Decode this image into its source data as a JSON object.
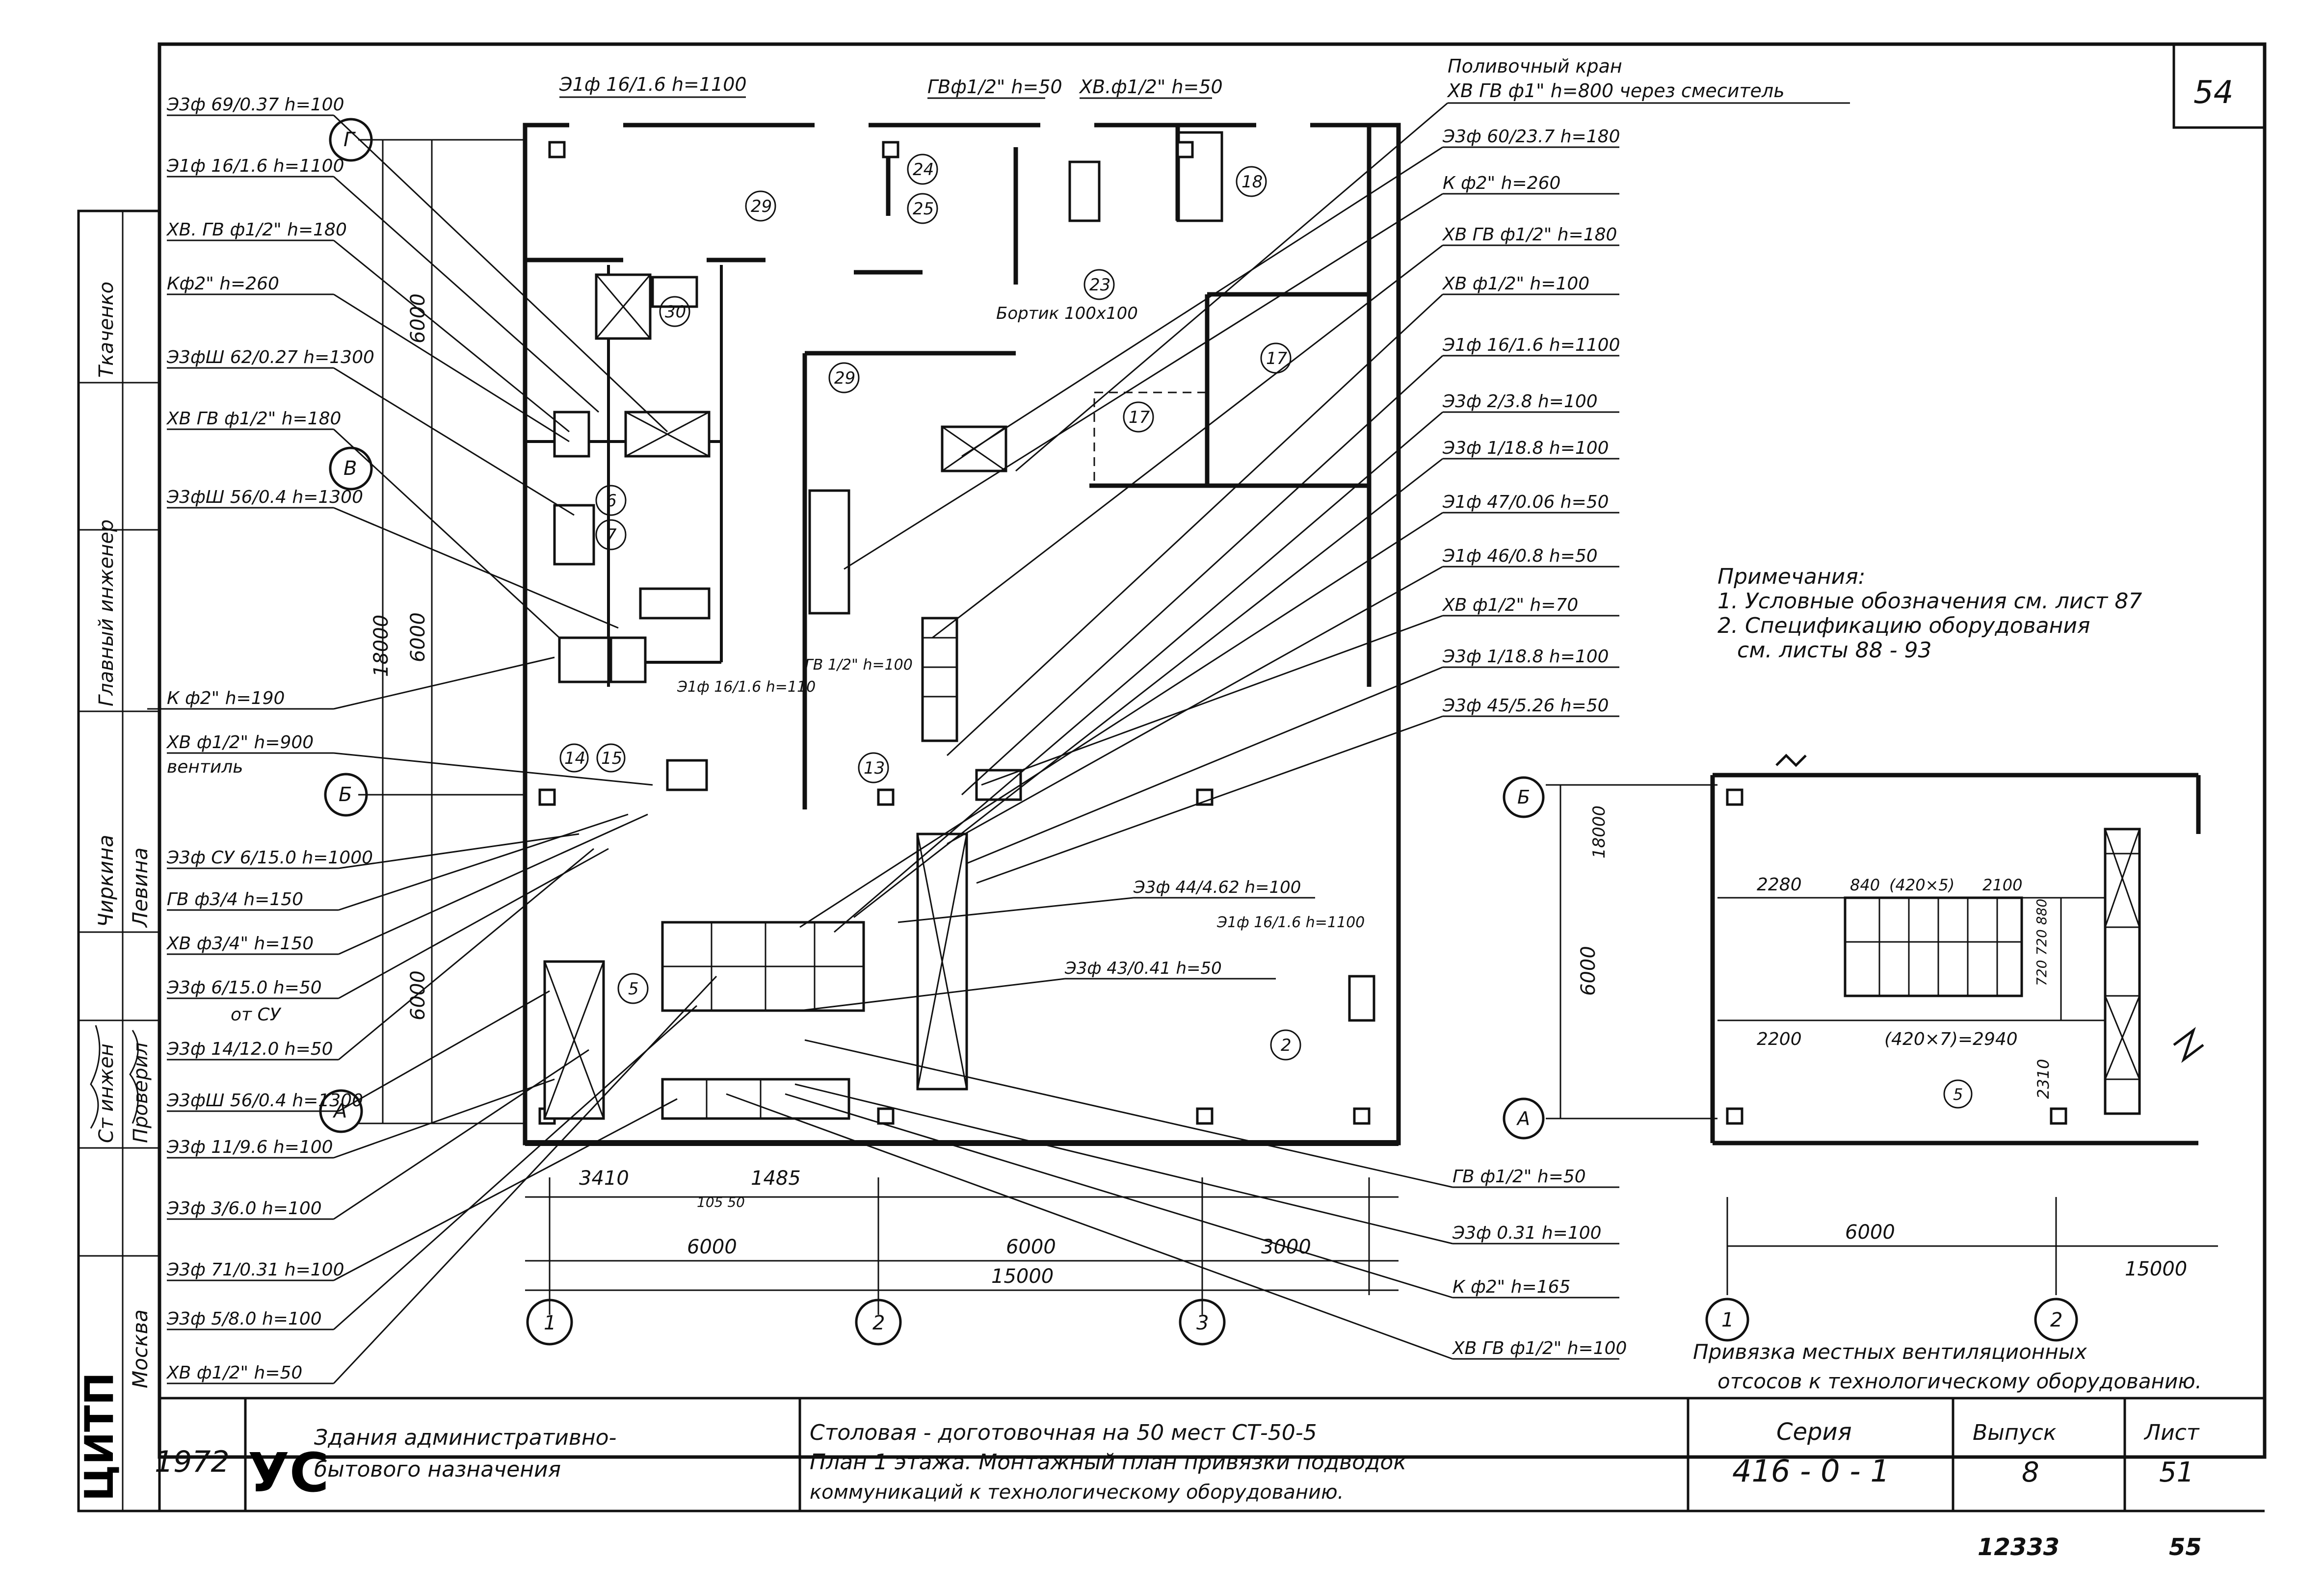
{
  "sheet_number_top": "54",
  "sheet_number_bottom": "55",
  "archive_number": "12333",
  "top_labels": {
    "e1f": "Э1ф 16/1.6 h=1100",
    "gv": "ГВф1/2\" h=50",
    "hv": "ХВ.ф1/2\" h=50",
    "watering_title": "Поливочный кран",
    "watering_text": "ХВ ГВ ф1\" h=800 через смеситель"
  },
  "left_labels": [
    "Э3ф 69/0.37 h=100",
    "Э1ф 16/1.6 h=1100",
    "ХВ. ГВ ф1/2\" h=180",
    "Кф2\" h=260",
    "Э3фШ 62/0.27 h=1300",
    "ХВ ГВ ф1/2\" h=180",
    "Э3фШ 56/0.4 h=1300",
    "К ф2\" h=190",
    "ХВ ф1/2\" h=900",
    "вентиль",
    "Э3ф СУ 6/15.0 h=1000",
    "ГВ ф3/4 h=150",
    "ХВ ф3/4\" h=150",
    "Э3ф 6/15.0 h=50",
    "от СУ",
    "Э3ф 14/12.0 h=50",
    "Э3фШ 56/0.4 h=1300",
    "Э3ф 11/9.6 h=100",
    "Э3ф 3/6.0 h=100",
    "Э3ф 71/0.31 h=100",
    "Э3ф 5/8.0 h=100",
    "ХВ ф1/2\" h=50"
  ],
  "right_labels": [
    "Э3ф 60/23.7 h=180",
    "К ф2\" h=260",
    "ХВ ГВ ф1/2\" h=180",
    "ХВ ф1/2\" h=100",
    "Э1ф 16/1.6 h=1100",
    "Э3ф 2/3.8 h=100",
    "Э3ф 1/18.8 h=100",
    "Э1ф 47/0.06 h=50",
    "Э1ф 46/0.8 h=50",
    "ХВ ф1/2\" h=70",
    "Э3ф 1/18.8 h=100",
    "Э3ф 45/5.26 h=50"
  ],
  "bottom_right_labels": [
    "ГВ ф1/2\" h=50",
    "Э3ф 0.31 h=100",
    "К ф2\" h=165",
    "ХВ ГВ ф1/2\" h=100"
  ],
  "inner_labels": [
    "Э3ф 44/4.62 h=100",
    "Э3ф 43/0.41 h=50",
    "Э1ф 16/1.6 h=1100",
    "Бортик 100х100",
    "ГВ 1/2\" h=100",
    "Э1ф 16/1.6 h=110"
  ],
  "room_numbers": [
    "29",
    "24",
    "25",
    "18",
    "23",
    "29",
    "17",
    "17",
    "30",
    "6",
    "7",
    "14",
    "15",
    "13",
    "5",
    "2"
  ],
  "dimensions": {
    "d3410": "3410",
    "d1485": "1485",
    "d105_50": "105  50",
    "d6000a": "6000",
    "d6000b": "6000",
    "d3000": "3000",
    "d15000": "15000",
    "v6000a": "6000",
    "v18000": "18000",
    "v6000b": "6000",
    "v6000c": "6000",
    "i2280": "2280",
    "i840": "840",
    "i420x5": "(420×5)",
    "i2100": "2100",
    "i2200": "2200",
    "i420x7": "(420×7)=2940",
    "i2310": "2310",
    "i6000": "6000",
    "i15000": "15000",
    "i18000": "18000",
    "v720": "720 720 880"
  },
  "axes": {
    "g": "Г",
    "v": "В",
    "b": "Б",
    "a": "А",
    "n1": "1",
    "n2": "2",
    "n3": "3",
    "inset_b": "Б",
    "inset_a": "А",
    "inset_1": "1",
    "inset_2": "2",
    "inset_room": "5"
  },
  "notes": {
    "title": "Примечания:",
    "n1": "1. Условные обозначения см. лист 87",
    "n2": "2. Спецификацию оборудования",
    "n2b": "см. листы 88 - 93"
  },
  "inset_caption": {
    "line1": "Привязка местных вентиляционных",
    "line2": "отсосов к технологическому оборудованию."
  },
  "side_stamp": {
    "c1": "Главный инженер",
    "c2": "Ткаченко",
    "c3": "Чиркина",
    "c4": "Левина",
    "c5": "Ст инжен",
    "c6": "Проверил",
    "c7": "ЦИТП",
    "c8": "Москва"
  },
  "title_block": {
    "year": "1972",
    "logo": "УС",
    "building_type_1": "Здания административно-",
    "building_type_2": "бытового назначения",
    "project_1": "Столовая - доготовочная на 50 мест СТ-50-5",
    "project_2": "План 1 этажа. Монтажный план привязки подводок",
    "project_3": "коммуникаций к технологическому оборудованию.",
    "series_label": "Серия",
    "series_value": "416 - 0 - 1",
    "issue_label": "Выпуск",
    "issue_value": "8",
    "sheet_label": "Лист",
    "sheet_value": "51"
  }
}
